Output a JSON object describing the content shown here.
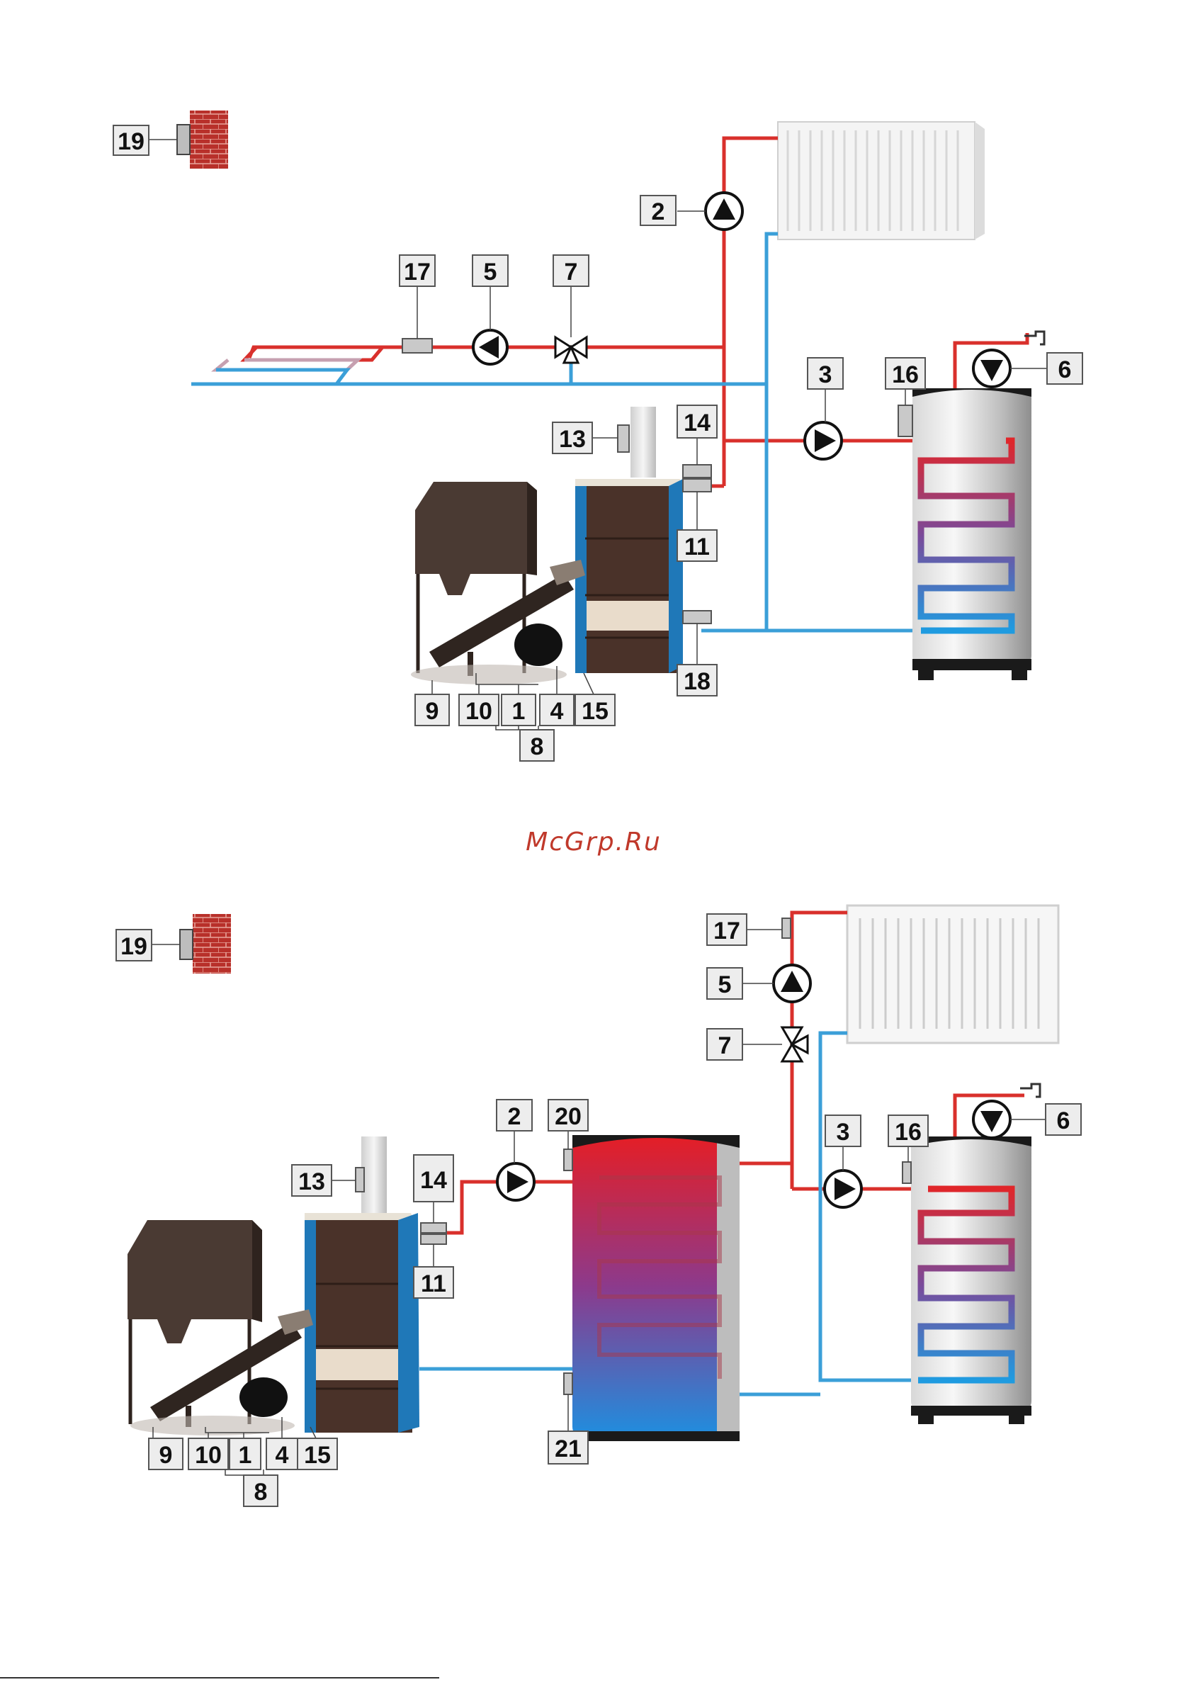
{
  "watermark": "McGrp.Ru",
  "diagram_top": {
    "labels": {
      "l19": "19",
      "l2": "2",
      "l17": "17",
      "l5": "5",
      "l7": "7",
      "l3": "3",
      "l16": "16",
      "l6": "6",
      "l13": "13",
      "l14": "14",
      "l11": "11",
      "l18": "18",
      "l9": "9",
      "l10": "10",
      "l1": "1",
      "l4": "4",
      "l15": "15",
      "l8": "8"
    }
  },
  "diagram_bottom": {
    "labels": {
      "l19": "19",
      "l17": "17",
      "l5": "5",
      "l7": "7",
      "l2": "2",
      "l20": "20",
      "l3": "3",
      "l16": "16",
      "l6": "6",
      "l13": "13",
      "l14": "14",
      "l11": "11",
      "l21": "21",
      "l9": "9",
      "l10": "10",
      "l1": "1",
      "l4": "4",
      "l15": "15",
      "l8": "8"
    }
  },
  "colors": {
    "hot_pipe": "#d9302c",
    "cold_pipe": "#3b9fd8",
    "boiler_blue": "#1f78b8",
    "boiler_brown": "#4a3229",
    "brick": "#b8302a"
  }
}
